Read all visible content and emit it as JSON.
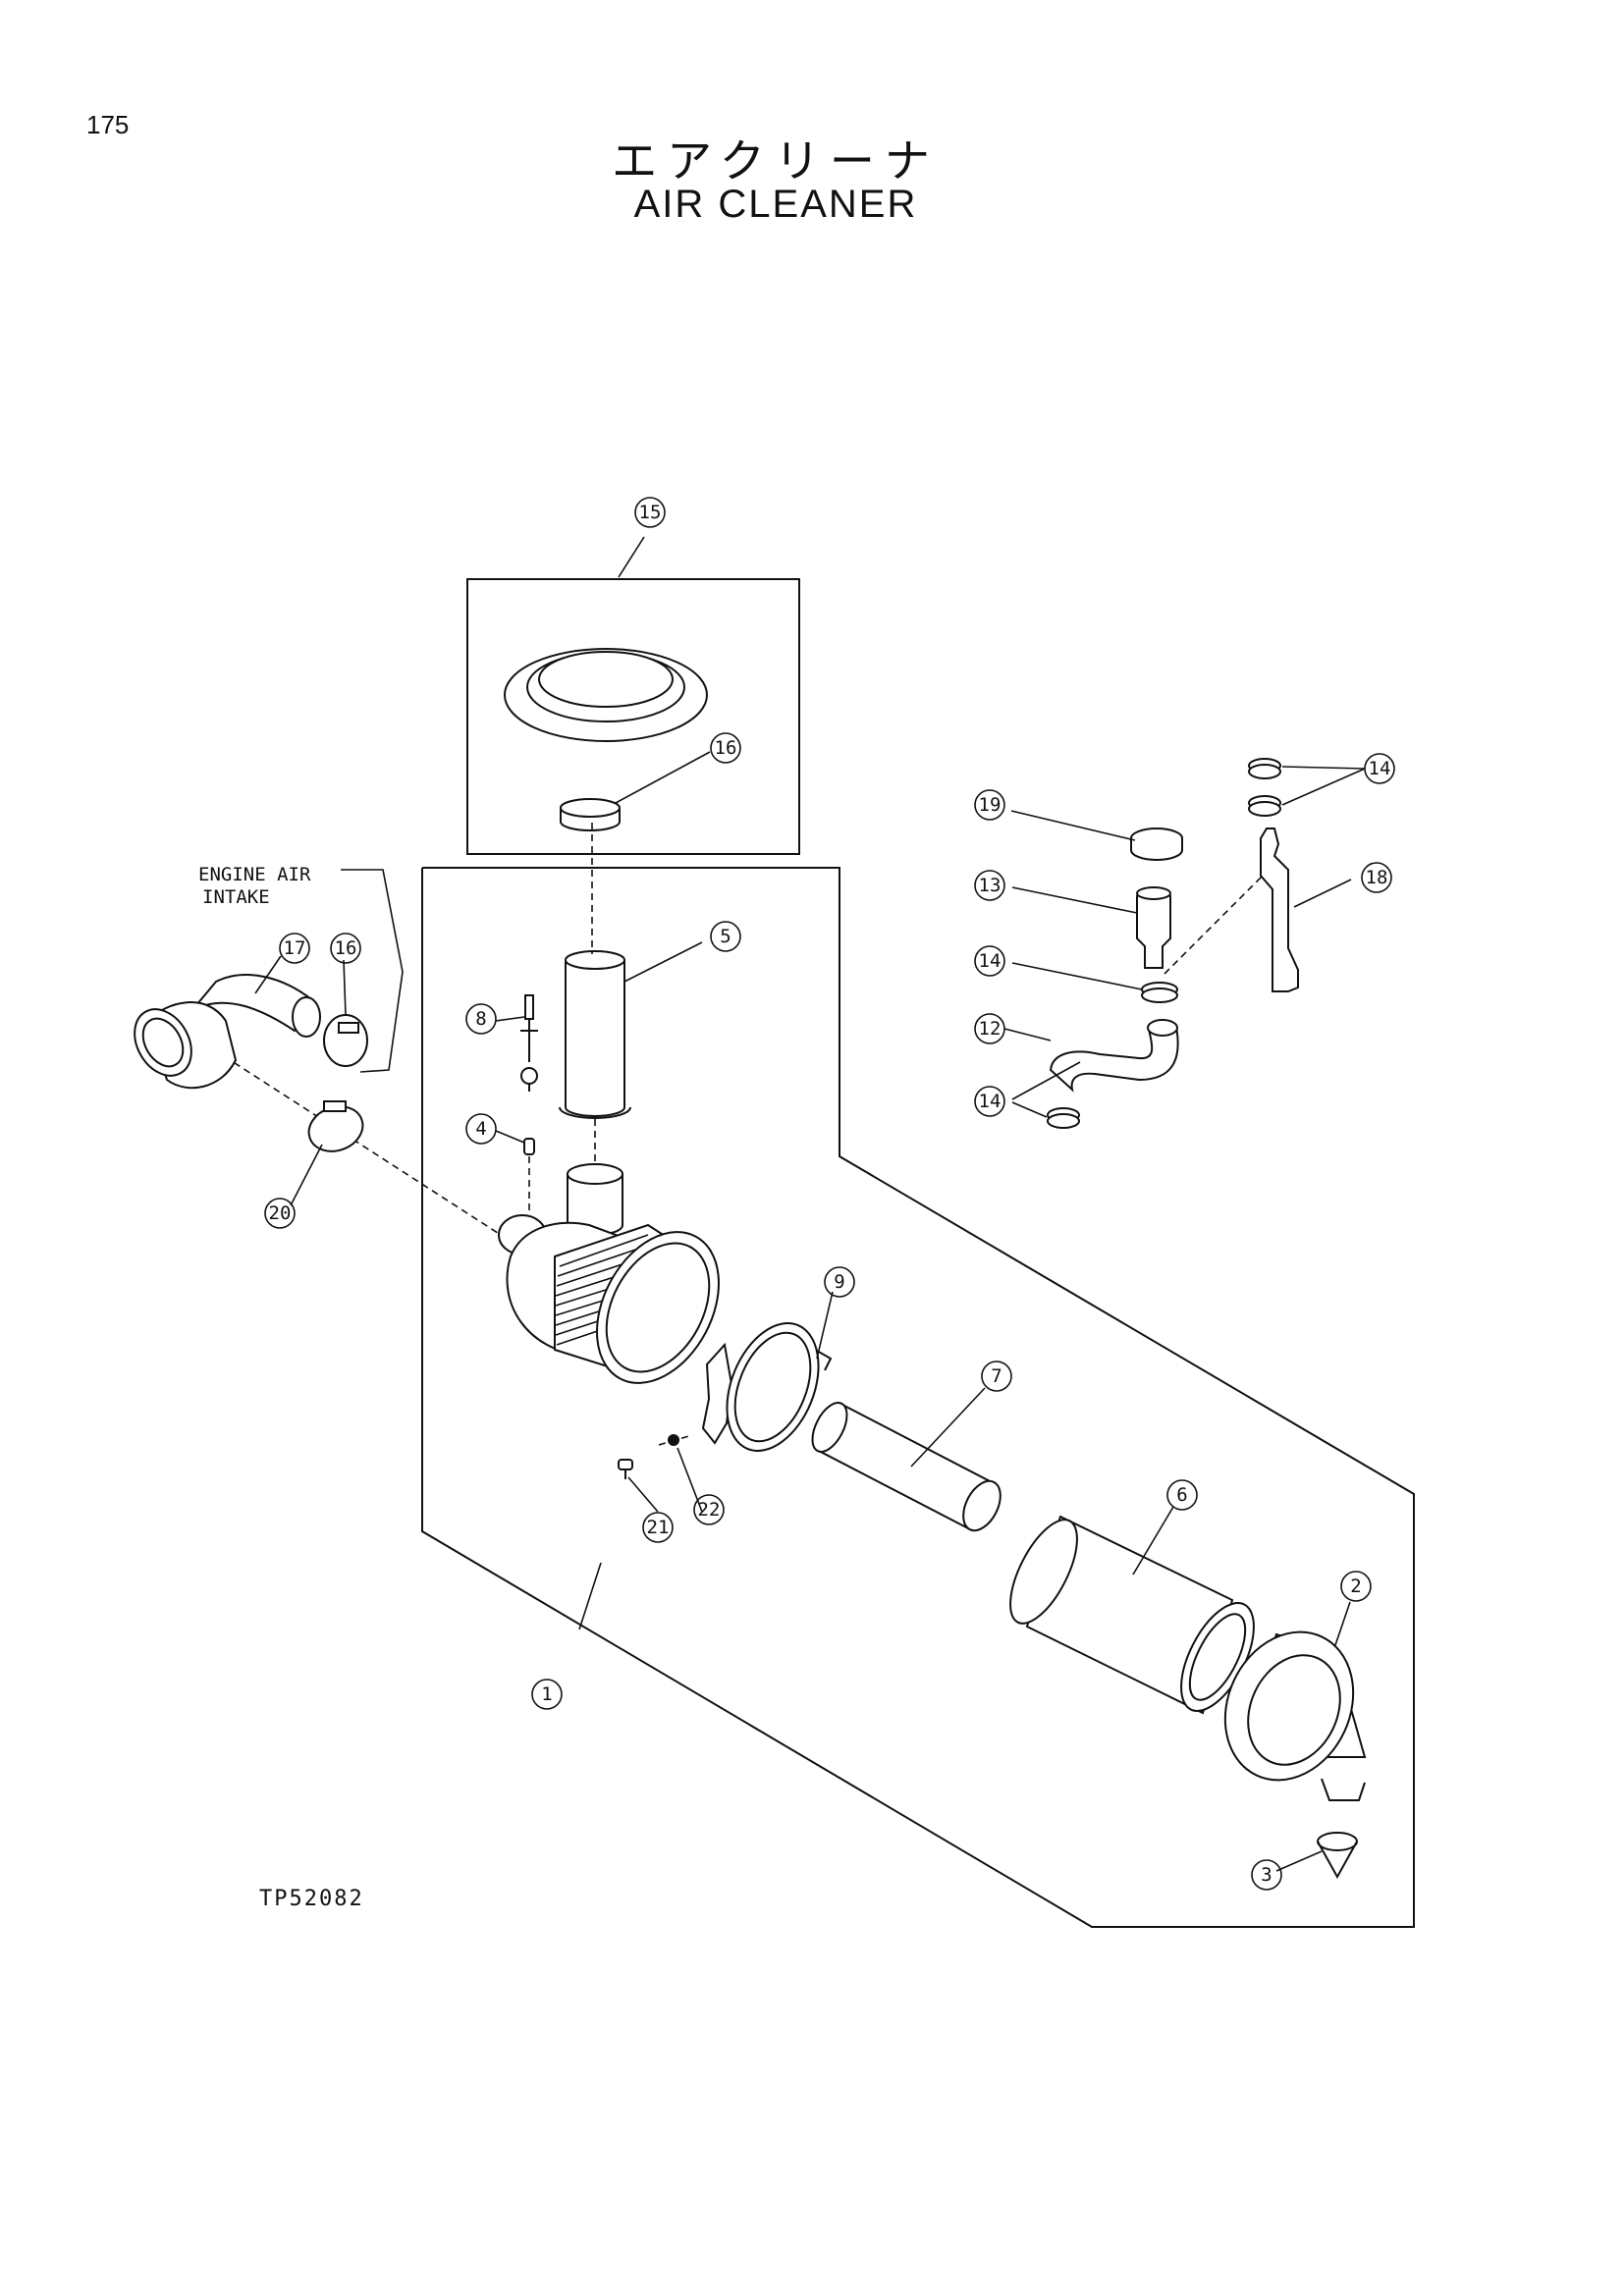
{
  "page_number": "175",
  "title_jp": "エアクリーナ",
  "title_en": "AIR CLEANER",
  "engine_air_intake": {
    "line1": "ENGINE AIR",
    "line2": "INTAKE"
  },
  "drawing_ref": "TP52082",
  "callouts": [
    {
      "id": "c15",
      "num": "15"
    },
    {
      "id": "c16a",
      "num": "16"
    },
    {
      "id": "c16b",
      "num": "16"
    },
    {
      "id": "c17",
      "num": "17"
    },
    {
      "id": "c5",
      "num": "5"
    },
    {
      "id": "c8",
      "num": "8"
    },
    {
      "id": "c4",
      "num": "4"
    },
    {
      "id": "c20",
      "num": "20"
    },
    {
      "id": "c9",
      "num": "9"
    },
    {
      "id": "c7",
      "num": "7"
    },
    {
      "id": "c6",
      "num": "6"
    },
    {
      "id": "c2",
      "num": "2"
    },
    {
      "id": "c3",
      "num": "3"
    },
    {
      "id": "c1",
      "num": "1"
    },
    {
      "id": "c21",
      "num": "21"
    },
    {
      "id": "c22",
      "num": "22"
    },
    {
      "id": "c19",
      "num": "19"
    },
    {
      "id": "c13",
      "num": "13"
    },
    {
      "id": "c14a",
      "num": "14"
    },
    {
      "id": "c14b",
      "num": "14"
    },
    {
      "id": "c14c",
      "num": "14"
    },
    {
      "id": "c12",
      "num": "12"
    },
    {
      "id": "c18",
      "num": "18"
    }
  ]
}
